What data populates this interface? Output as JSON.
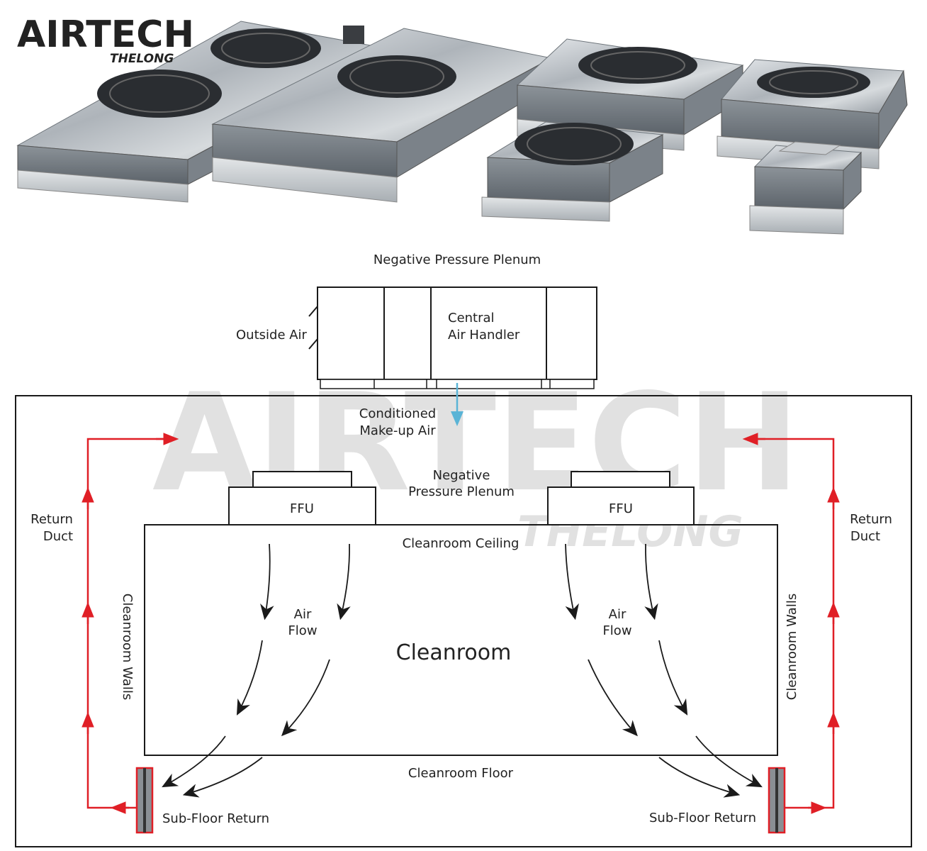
{
  "brand": {
    "name": "AIRTECH",
    "sub": "THELONG",
    "color": "#8cc63f",
    "sub_color": "#d8262a"
  },
  "diagram": {
    "top_plenum": "Negative Pressure Plenum",
    "outside_air": "Outside Air",
    "air_handler": [
      "Central",
      "Air Handler"
    ],
    "makeup_air": [
      "Conditioned",
      "Make-up Air"
    ],
    "inner_plenum": [
      "Negative",
      "Pressure Plenum"
    ],
    "ffu_left": "FFU",
    "ffu_right": "FFU",
    "ceiling": "Cleanroom Ceiling",
    "room": "Cleanroom",
    "floor": "Cleanroom Floor",
    "return_left": [
      "Return",
      "Duct"
    ],
    "return_right": [
      "Return",
      "Duct"
    ],
    "walls_left": "Cleanroom Walls",
    "walls_right": "Cleanroom Walls",
    "airflow_left": [
      "Air",
      "Flow"
    ],
    "airflow_right": [
      "Air",
      "Flow"
    ],
    "subfloor_left": "Sub-Floor Return",
    "subfloor_right": "Sub-Floor Return"
  },
  "colors": {
    "return_line": "#e01f26",
    "makeup_arrow": "#5ab4d6",
    "outline": "#1a1a1a",
    "steel": "#b7bcc2"
  }
}
